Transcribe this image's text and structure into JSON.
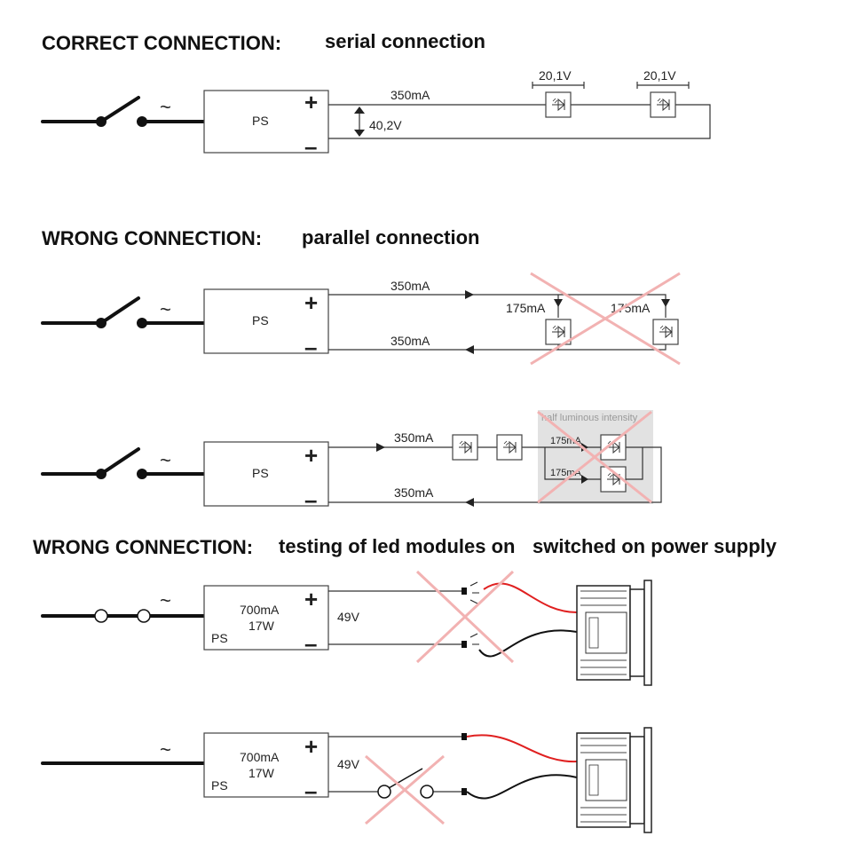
{
  "colors": {
    "accent_cross": "#f2b2b2",
    "wire_red": "#e02020",
    "wire_black": "#111111",
    "panel_gray": "#e2e2e2",
    "label_gray": "#999999"
  },
  "section1": {
    "title": "CORRECT CONNECTION:",
    "subtitle": "serial connection",
    "ps_label": "PS",
    "plus": "+",
    "minus": "–",
    "current": "350mA",
    "voltage_total": "40,2V",
    "led_voltage_1": "20,1V",
    "led_voltage_2": "20,1V",
    "ac_symbol": "~"
  },
  "section2": {
    "title": "WRONG CONNECTION:",
    "subtitle": "parallel connection",
    "ps_label": "PS",
    "plus": "+",
    "minus": "–",
    "current_top": "350mA",
    "current_bottom": "350mA",
    "branch_current_1": "175mA",
    "branch_current_2": "175mA",
    "ac_symbol": "~"
  },
  "section3": {
    "ps_label": "PS",
    "plus": "+",
    "minus": "–",
    "current_top": "350mA",
    "current_bottom": "350mA",
    "panel_label": "half luminous intensity",
    "branch_current_1": "175mA",
    "branch_current_2": "175mA",
    "ac_symbol": "~"
  },
  "section4": {
    "title": "WRONG CONNECTION:",
    "subtitle": "testing of led modules on",
    "subtitle2": "switched on power supply",
    "ps_label": "PS",
    "ps_current": "700mA",
    "ps_power": "17W",
    "plus": "+",
    "minus": "–",
    "voltage": "49V",
    "ac_symbol": "~"
  },
  "section5": {
    "ps_label": "PS",
    "ps_current": "700mA",
    "ps_power": "17W",
    "plus": "+",
    "minus": "–",
    "voltage": "49V",
    "ac_symbol": "~"
  }
}
